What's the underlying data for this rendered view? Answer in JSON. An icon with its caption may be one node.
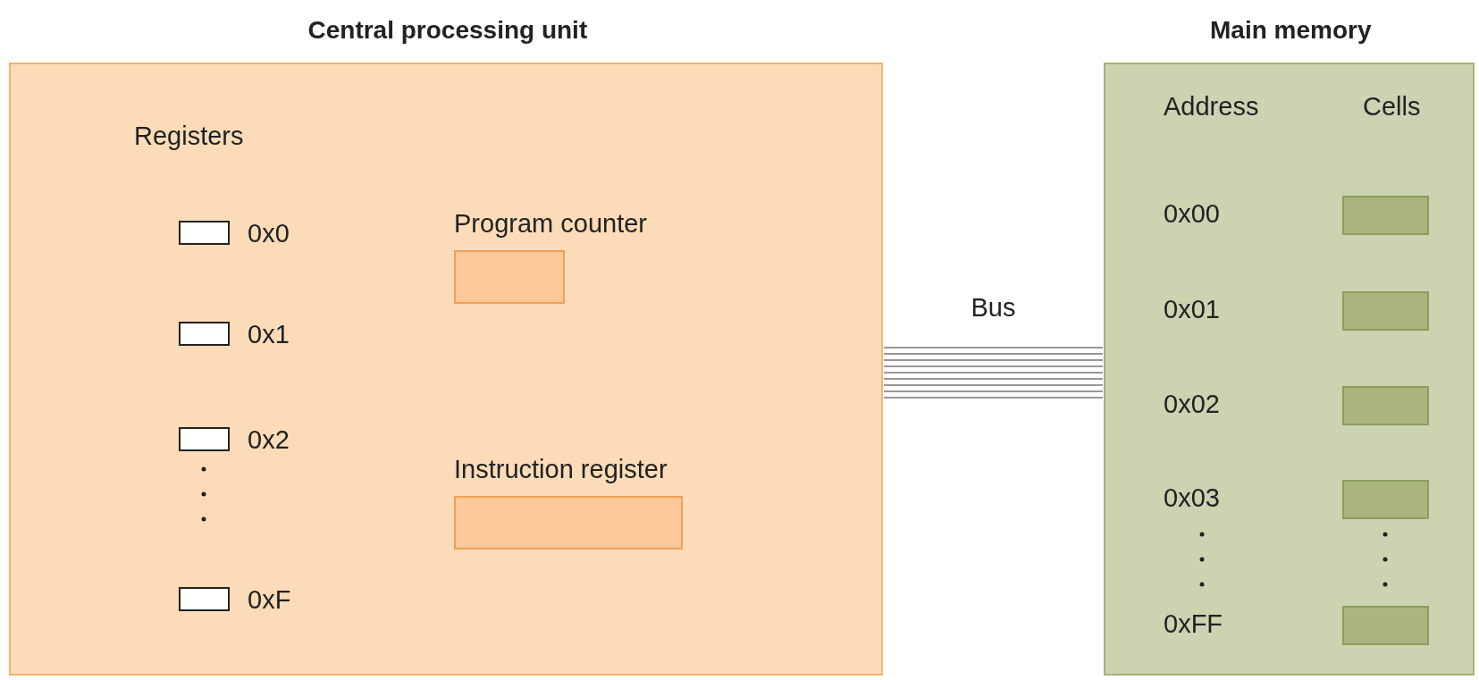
{
  "diagram": {
    "nodes": [
      {
        "text": [
          "Central processing unit"
        ]
      },
      {
        "text": [],
        "shape": "box",
        "in": 0,
        "beside": [
          "0x0"
        ]
      },
      {
        "text": [],
        "shape": "box",
        "in": 0,
        "beside": [
          "0x1"
        ]
      },
      {
        "text": [],
        "shape": "box",
        "in": 0,
        "beside": [
          "0x2"
        ]
      },
      {
        "text": [],
        "shape": "box",
        "in": 0,
        "beside": [
          "0xF"
        ]
      },
      {
        "text": [
          "Program counter"
        ],
        "in": 0
      },
      {
        "text": [
          "Instruction register"
        ],
        "in": 0
      },
      {
        "text": [
          "Main memory"
        ]
      },
      {
        "text": [],
        "shape": "box",
        "in": 7
      },
      {
        "text": [],
        "shape": "box",
        "in": 7
      },
      {
        "text": [],
        "shape": "box",
        "in": 7
      },
      {
        "text": [],
        "shape": "box",
        "in": 7
      },
      {
        "text": [],
        "shape": "box",
        "in": 7
      }
    ],
    "edges": [
      {
        "from": 0,
        "to": 7,
        "arrow": "none",
        "label": "Bus"
      }
    ],
    "labels": [
      "Registers",
      "Address",
      "Cells",
      "0x00",
      "0x01",
      "0x02",
      "0x03",
      "0xFF"
    ]
  }
}
